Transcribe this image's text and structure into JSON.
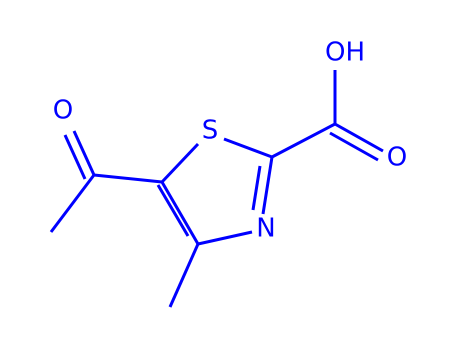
{
  "colors": {
    "bond": "#0000ff",
    "label": "#0000ff",
    "background": "#ffffff"
  },
  "molecule": {
    "atoms": {
      "sulfur": "S",
      "nitrogen": "N",
      "carboxyl_hydroxyl": "OH",
      "carboxyl_oxygen": "O",
      "acetyl_oxygen": "O"
    }
  }
}
